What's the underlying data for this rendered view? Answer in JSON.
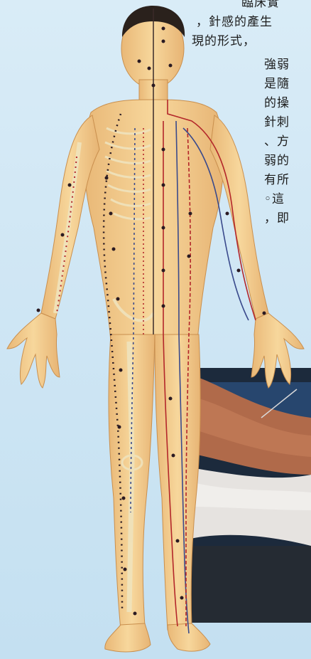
{
  "article": {
    "lines": [
      "臨床實",
      "，針感的產生",
      "現的形式，"
    ],
    "fragment_lines": [
      "強弱",
      "是隨",
      "的操",
      "針刺",
      "、方",
      "弱的",
      "有所",
      "◦這",
      "，即"
    ]
  },
  "figure": {
    "subject": "acupuncture-meridian-chart",
    "colors": {
      "skin": "#f3cf8c",
      "bone": "#efe2b8",
      "meridian_red": "#b3262a",
      "meridian_blue": "#3a4a8c",
      "point": "#2a1a22"
    }
  },
  "photo": {
    "subject": "treatment-photo"
  }
}
